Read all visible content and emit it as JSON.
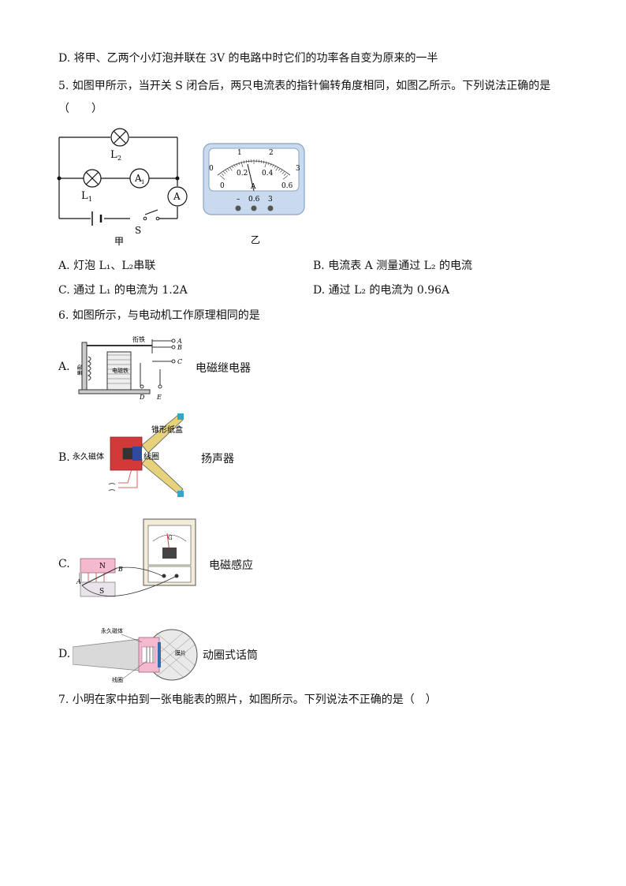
{
  "q4": {
    "option_d": "D. 将甲、乙两个小灯泡并联在 3V 的电路中时它们的功率各自变为原来的一半"
  },
  "q5": {
    "stem": "5. 如图甲所示，当开关 S 闭合后，两只电流表的指针偏转角度相同，如图乙所示。下列说法正确的是",
    "blank": "（　　）",
    "fig_left": {
      "caption": "甲",
      "L1": "L",
      "L1_sub": "1",
      "L2": "L",
      "L2_sub": "2",
      "A1": "A",
      "A1_sub": "1",
      "A": "A",
      "S": "S"
    },
    "fig_right": {
      "caption": "乙",
      "scale_top": [
        "0",
        "1",
        "2",
        "3"
      ],
      "scale_bottom": [
        "0",
        "0.2",
        "0.4",
        "0.6"
      ],
      "unit": "A",
      "terminals": [
        "–",
        "0.6",
        "3"
      ]
    },
    "options": {
      "A": "A.  灯泡 L₁、L₂串联",
      "B": "B.  电流表 A 测量通过 L₂ 的电流",
      "C": "C.  通过 L₁ 的电流为 1.2A",
      "D": "D.  通过 L₂ 的电流为 0.96A"
    }
  },
  "q6": {
    "stem": "6. 如图所示，与电动机工作原理相同的是",
    "options": [
      {
        "letter": "A.",
        "label": "电磁继电器",
        "parts": {
          "armature": "衔铁",
          "spring": "弹簧",
          "electromagnet": "电磁铁",
          "A": "A",
          "B": "B",
          "C": "C",
          "D": "D",
          "E": "E"
        }
      },
      {
        "letter": "B.",
        "label": "扬声器",
        "parts": {
          "cone": "锥形纸盒",
          "magnet": "永久磁体",
          "coil": "线圈"
        }
      },
      {
        "letter": "C.",
        "label": "电磁感应",
        "parts": {
          "N": "N",
          "S": "S",
          "A": "A",
          "B": "B",
          "G": "G"
        }
      },
      {
        "letter": "D.",
        "label": "动圈式话筒",
        "parts": {
          "magnet": "永久磁体",
          "coil": "线圈",
          "diaphragm": "膜片"
        }
      }
    ]
  },
  "q7": {
    "stem": "7. 小明在家中拍到一张电能表的照片，如图所示。下列说法不正确的是（　）"
  },
  "colors": {
    "ink": "#111111",
    "meter_body": "#c9d9ee",
    "magnet_red": "#d23a3a",
    "coil_blue": "#2f4a9e",
    "cone_yellow": "#e6d27a",
    "pink": "#f4b8cf"
  }
}
